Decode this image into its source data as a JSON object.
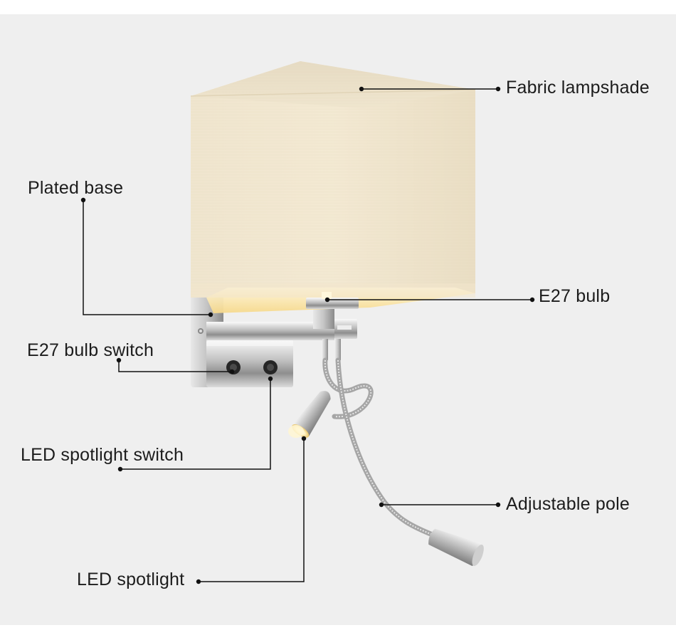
{
  "callouts": {
    "fabric_lampshade": "Fabric lampshade",
    "plated_base": "Plated base",
    "e27_bulb": "E27 bulb",
    "e27_bulb_switch": "E27 bulb switch",
    "led_spotlight_switch": "LED spotlight switch",
    "adjustable_pole": "Adjustable pole",
    "led_spotlight": "LED spotlight"
  },
  "colors": {
    "background": "#efefef",
    "lampshade": "#ece0c6",
    "chrome": "#c9c9c9",
    "leader_line": "#111111"
  }
}
